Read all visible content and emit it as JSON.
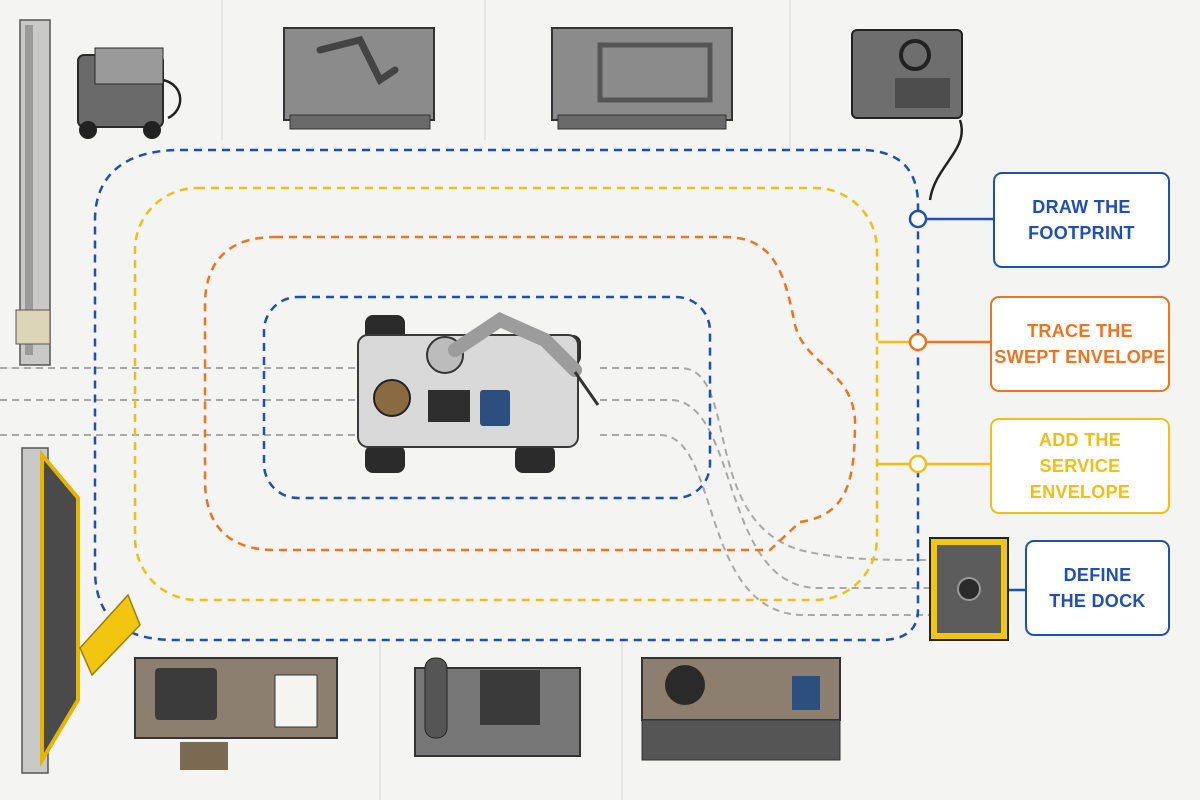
{
  "callouts": {
    "footprint": {
      "line1": "DRAW THE",
      "line2": "FOOTPRINT"
    },
    "swept": {
      "line1": "TRACE THE",
      "line2": "SWEPT ENVELOPE"
    },
    "service": {
      "line1": "ADD THE",
      "line2": "SERVICE ENVELOPE"
    },
    "dock": {
      "line1": "DEFINE",
      "line2": "THE DOCK"
    }
  },
  "colors": {
    "footprint": "#1f4fb4",
    "swept": "#ee7420",
    "service": "#f2bd17",
    "dock": "#1f4fb4",
    "cable": "#a8a8a8",
    "hazard_yellow": "#f2c511"
  },
  "icons": [
    "welding-robot-cart",
    "fixture-table",
    "welding-power-cart",
    "wire-feeder-unit",
    "docking-plate",
    "safety-fence",
    "light-curtain-post",
    "inspection-bench",
    "gas-cylinder-cart",
    "tool-bench"
  ]
}
